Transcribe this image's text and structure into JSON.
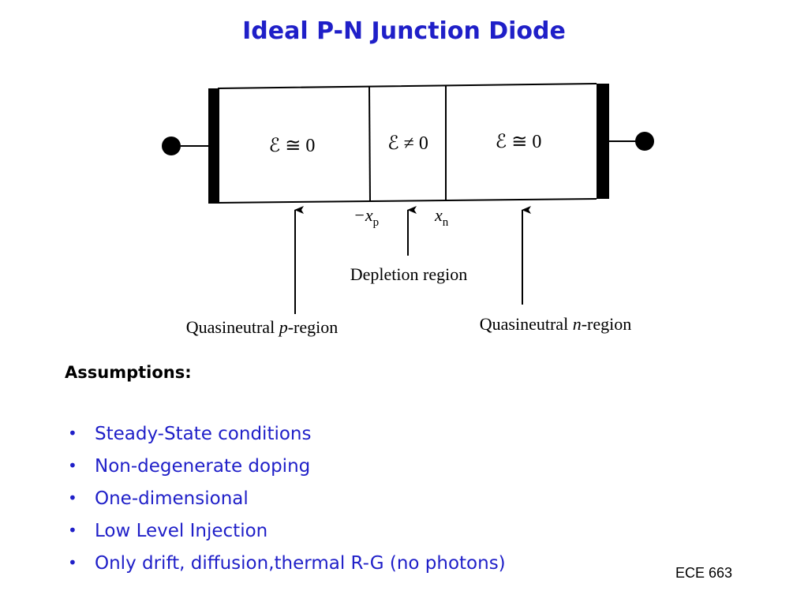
{
  "title": "Ideal P-N Junction Diode",
  "diagram": {
    "region_left_field": "ℰ ≅ 0",
    "region_center_field": "ℰ ≠ 0",
    "region_right_field": "ℰ ≅ 0",
    "label_xp_sign": "−x",
    "label_xp_sub": "p",
    "label_xn": "x",
    "label_xn_sub": "n",
    "depletion_label": "Depletion region",
    "p_region_prefix": "Quasineutral ",
    "p_region_var": "p",
    "p_region_suffix": "-region",
    "n_region_prefix": "Quasineutral ",
    "n_region_var": "n",
    "n_region_suffix": "-region"
  },
  "assumptions": {
    "heading": "Assumptions:",
    "items": [
      "Steady-State conditions",
      "Non-degenerate doping",
      "One-dimensional",
      "Low Level Injection",
      "Only drift, diffusion,thermal R-G (no photons)"
    ]
  },
  "footer": "ECE 663",
  "colors": {
    "title": "#1f1fc8",
    "items": "#1f1fc8"
  }
}
